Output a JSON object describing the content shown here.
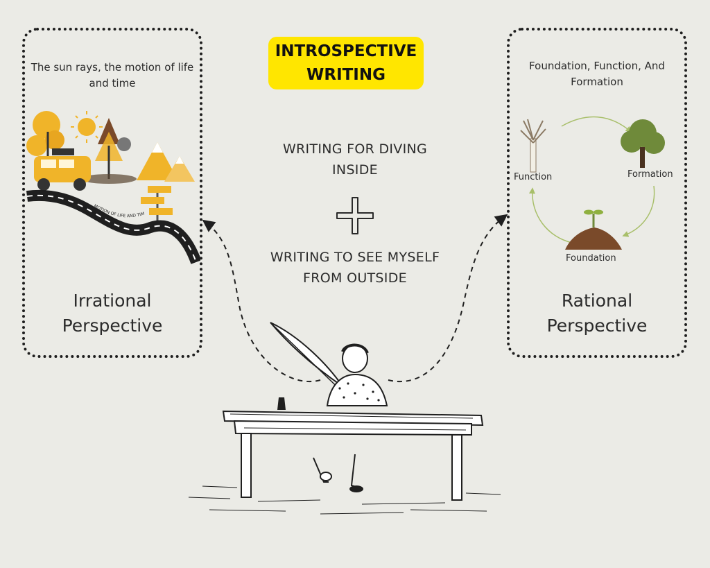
{
  "title": {
    "line1": "INTROSPECTIVE",
    "line2": "WRITING"
  },
  "left_panel": {
    "caption": "The sun rays, the motion of life and time",
    "road_text": "MOTION OF LIFE AND TIME",
    "title_line1": "Irrational",
    "title_line2": "Perspective"
  },
  "right_panel": {
    "caption": "Foundation, Function, And Formation",
    "labels": {
      "function": "Function",
      "formation": "Formation",
      "foundation": "Foundation"
    },
    "title_line1": "Rational",
    "title_line2": "Perspective"
  },
  "center": {
    "diving_line1": "WRITING FOR DIVING",
    "diving_line2": "INSIDE",
    "outside_line1": "WRITING TO SEE MYSELF",
    "outside_line2": "FROM OUTSIDE"
  },
  "colors": {
    "background": "#ebebe6",
    "badge": "#ffe600",
    "accent_yellow": "#f0b429",
    "cycle_arrow": "#a8bf6a",
    "tree_green": "#6f8a3a",
    "soil_brown": "#7a4a2a"
  }
}
